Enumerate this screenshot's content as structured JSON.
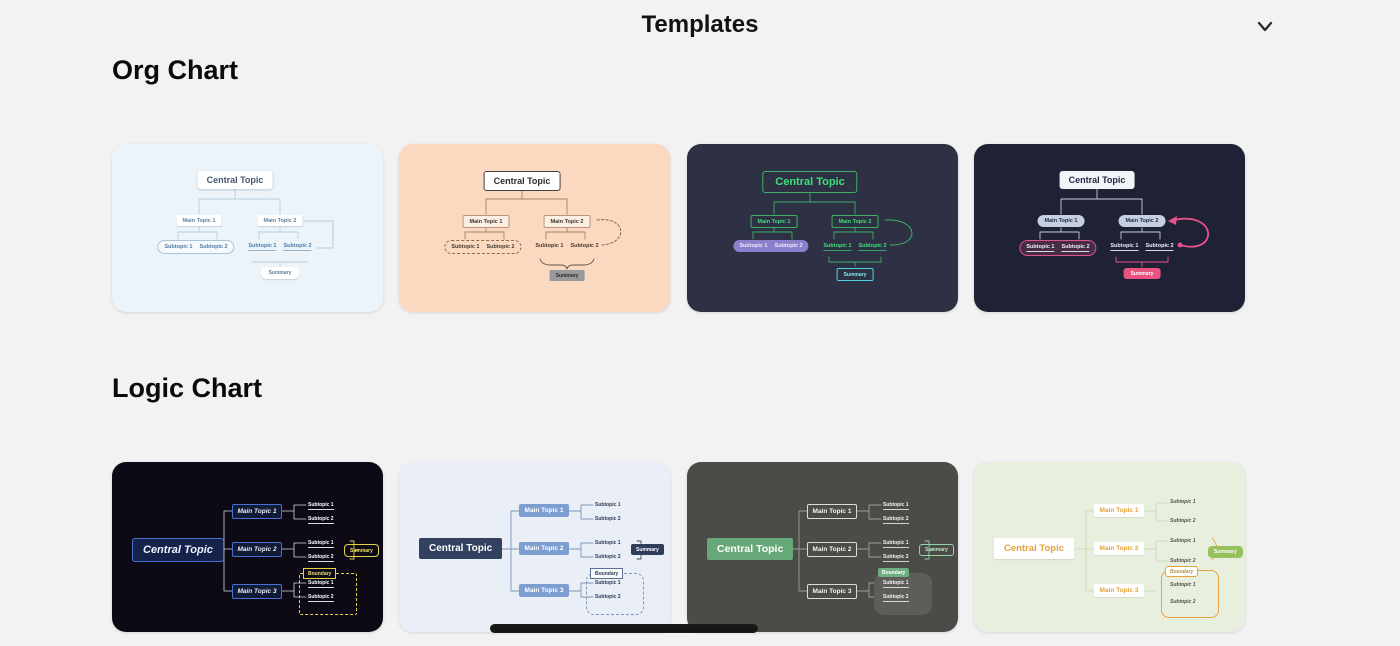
{
  "header": {
    "title": "Templates",
    "collapse_icon": "chevron-down"
  },
  "labels": {
    "central_topic": "Central Topic",
    "main_topic_1": "Main Topic 1",
    "main_topic_2": "Main Topic 2",
    "main_topic_3": "Main Topic 3",
    "subtopic_1": "Subtopic 1",
    "subtopic_2": "Subtopic 2",
    "summary": "Summary",
    "boundary": "Boundary"
  },
  "sections": [
    {
      "title": "Org Chart",
      "templates": [
        {
          "colors": {
            "background": "#ecf3f9",
            "topic_text": "#5d7f9e",
            "topic_fill": "#ffffff"
          }
        },
        {
          "colors": {
            "background": "#fbd9c1",
            "topic_text": "#3a352f",
            "summary_fill": "#98999c"
          }
        },
        {
          "colors": {
            "background": "#2e3143",
            "topic_text": "#3ee07a",
            "boundary_fill": "#8a80cc",
            "summary_border": "#54d4e4"
          }
        },
        {
          "colors": {
            "background": "#1e2234",
            "topic_fill": "#c5cfe0",
            "relationship": "#e8538b",
            "summary_fill": "#e8537f"
          }
        }
      ]
    },
    {
      "title": "Logic Chart",
      "templates": [
        {
          "colors": {
            "background": "#0d0a16",
            "topic_border": "#4a6fd4",
            "highlight": "#e5d34f"
          }
        },
        {
          "colors": {
            "background": "#e9eef7",
            "central_fill": "#32415f",
            "topic_fill": "#7d9ed1"
          }
        },
        {
          "colors": {
            "background": "#4b4b48",
            "central_fill": "#66a878",
            "highlight": "#8fd6a0"
          }
        },
        {
          "colors": {
            "background": "#e8efdf",
            "topic_text": "#e3a23f",
            "summary_fill": "#97c15c"
          }
        }
      ]
    }
  ],
  "scrollbar": {
    "orientation": "horizontal"
  }
}
